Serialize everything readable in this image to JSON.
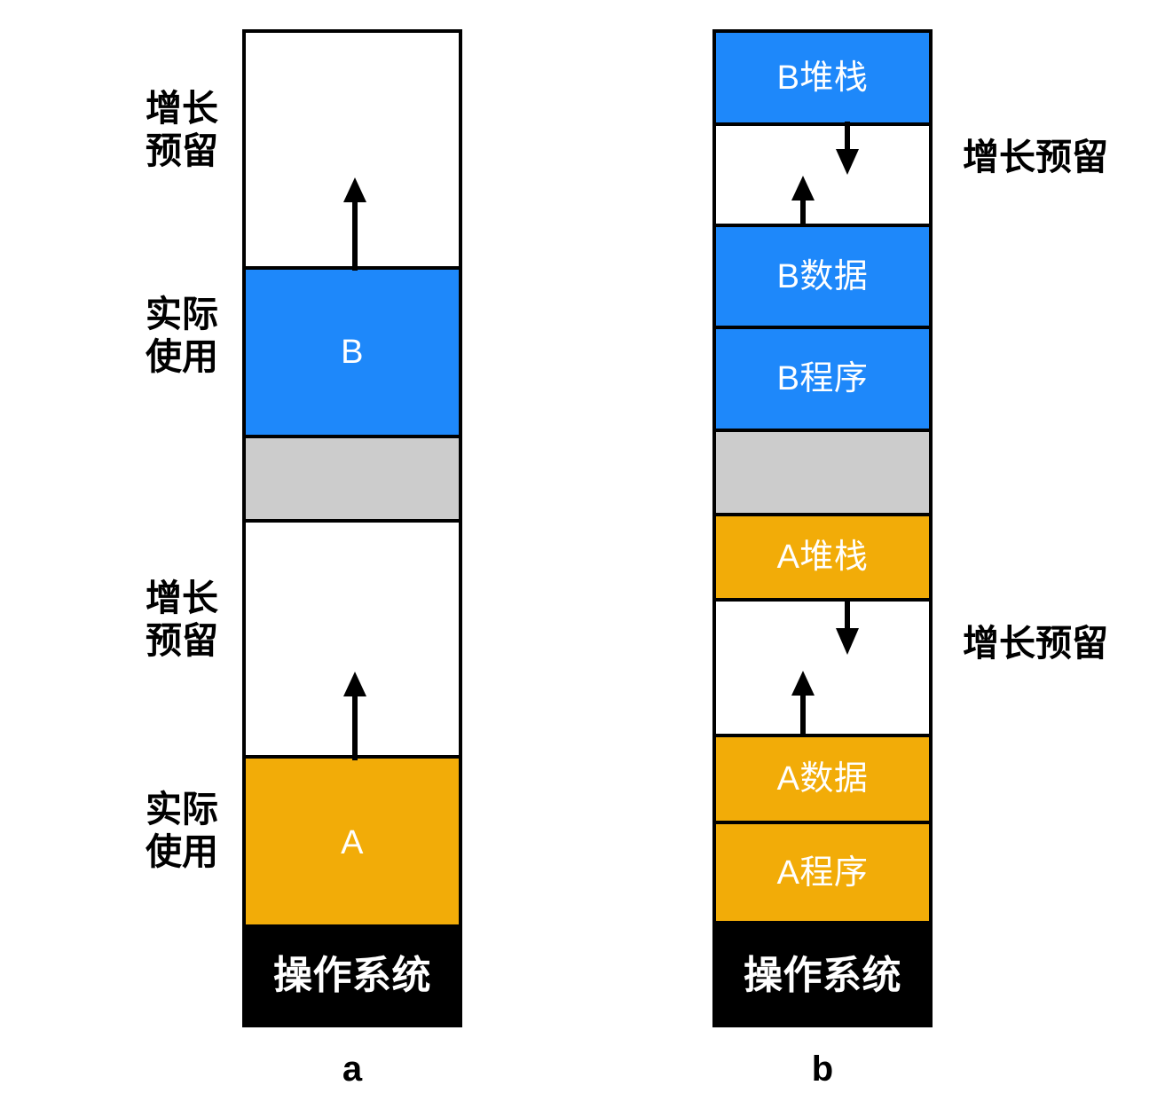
{
  "figure": {
    "title_a": "a",
    "title_b": "b"
  },
  "colors": {
    "blue": "#1E88FA",
    "orange": "#F2AC08",
    "gray": "#CCCCCC",
    "black": "#000000",
    "white": "#FFFFFF",
    "outline": "#000000"
  },
  "diagram_a": {
    "caption": "a",
    "side_labels": [
      {
        "text": "增长\n预留"
      },
      {
        "text": "实际\n使用"
      },
      {
        "text": "增长\n预留"
      },
      {
        "text": "实际\n使用"
      }
    ],
    "segments": [
      {
        "name": "b-growth-reserve",
        "label": "",
        "fill": "white",
        "has_up_arrow": true
      },
      {
        "name": "process-b",
        "label": "B",
        "fill": "blue"
      },
      {
        "name": "gap-gray",
        "label": "",
        "fill": "gray"
      },
      {
        "name": "a-growth-reserve",
        "label": "",
        "fill": "white",
        "has_up_arrow": true
      },
      {
        "name": "process-a",
        "label": "A",
        "fill": "orange"
      },
      {
        "name": "operating-system",
        "label": "操作系统",
        "fill": "black"
      }
    ]
  },
  "diagram_b": {
    "caption": "b",
    "side_labels": [
      {
        "text": "增长预留"
      },
      {
        "text": "增长预留"
      }
    ],
    "segments": [
      {
        "name": "b-stack",
        "label": "B堆栈",
        "fill": "blue"
      },
      {
        "name": "b-growth-reserve",
        "label": "",
        "fill": "white",
        "has_down_arrow": true,
        "has_up_arrow": true
      },
      {
        "name": "b-data",
        "label": "B数据",
        "fill": "blue"
      },
      {
        "name": "b-program",
        "label": "B程序",
        "fill": "blue"
      },
      {
        "name": "gap-gray",
        "label": "",
        "fill": "gray"
      },
      {
        "name": "a-stack",
        "label": "A堆栈",
        "fill": "orange"
      },
      {
        "name": "a-growth-reserve",
        "label": "",
        "fill": "white",
        "has_down_arrow": true,
        "has_up_arrow": true
      },
      {
        "name": "a-data",
        "label": "A数据",
        "fill": "orange"
      },
      {
        "name": "a-program",
        "label": "A程序",
        "fill": "orange"
      },
      {
        "name": "operating-system",
        "label": "操作系统",
        "fill": "black"
      }
    ]
  }
}
